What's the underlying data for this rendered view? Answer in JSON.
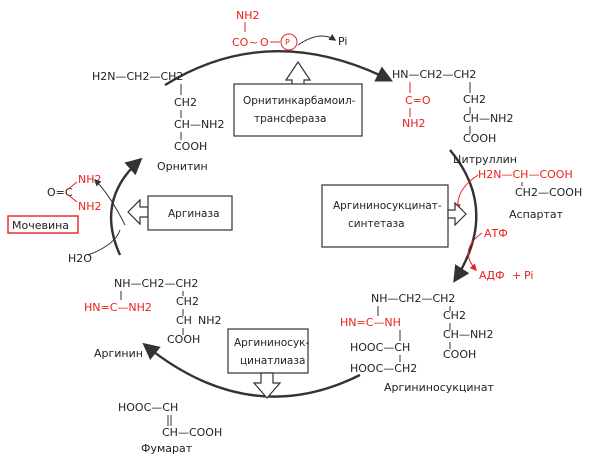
{
  "enzymes": {
    "otc": [
      "Орнитинкарбамоил-",
      "трансфераза"
    ],
    "ass": [
      "Аргининосукцинат-",
      "синтетаза"
    ],
    "arginase": "Аргиназа",
    "asl": [
      "Аргининосук-",
      "цинатлиаза"
    ]
  },
  "metabolites": {
    "ornithine": "Орнитин",
    "citrulline": "Цитруллин",
    "aspartate": "Аспартат",
    "argininosuccinate": "Аргининосукцинат",
    "fumarate": "Фумарат",
    "arginine": "Аргинин",
    "urea": "Мочевина"
  },
  "cofactors": {
    "pi_top": "Pi",
    "atp": "АТФ",
    "adp": "АДФ",
    "plus": "+",
    "pi_right": "Pi",
    "water": "H2O"
  },
  "structures": {
    "carbamoyl_phosphate": {
      "nh2": "NH2",
      "co": "CO",
      "o": "O",
      "p": "P"
    },
    "ornithine": {
      "r1": "H2N—CH2—CH2",
      "r2": "CH2",
      "r3": "CH—NH2",
      "r4": "COOH"
    },
    "citrulline": {
      "r1": "HN—CH2—CH2",
      "r2": "C=O",
      "r3": "CH2",
      "r4": "NH2",
      "r5": "CH—NH2",
      "r6": "COOH"
    },
    "aspartate": {
      "r1": "H2N—CH—COOH",
      "r2": "CH2—COOH"
    },
    "argininosuccinate": {
      "r1": "NH—CH2—CH2",
      "r2": "HN=C—NH",
      "r3": "CH2",
      "r4": "CH—NH2",
      "r5": "HOOC—CH",
      "r6": "HOOC—CH2",
      "r7": "COOH"
    },
    "fumarate": {
      "r1": "HOOC—CH",
      "r2": "CH—COOH"
    },
    "arginine": {
      "r1": "NH—CH2—CH2",
      "r2": "HN=C—NH2",
      "r3": "CH2",
      "r4": "CH",
      "r5": "NH2",
      "r6": "COOH"
    },
    "urea": {
      "r1": "O=C",
      "r2": "NH2",
      "r3": "NH2"
    }
  }
}
